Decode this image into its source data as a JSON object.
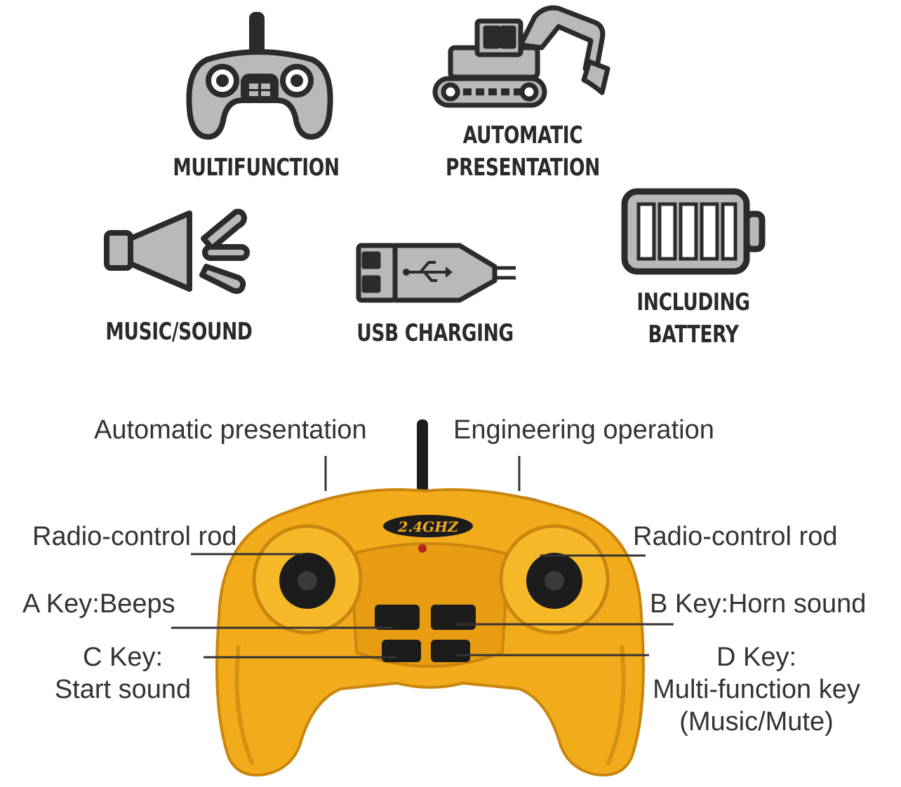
{
  "features": [
    {
      "id": "multifunction",
      "line1": "MULTIFUNCTION",
      "line2": "",
      "icon": "controller-icon"
    },
    {
      "id": "automatic-presentation",
      "line1": "AUTOMATIC",
      "line2": "PRESENTATION",
      "icon": "excavator-icon"
    },
    {
      "id": "music-sound",
      "line1": "MUSIC/SOUND",
      "line2": "",
      "icon": "speaker-icon"
    },
    {
      "id": "usb-charging",
      "line1": "USB CHARGING",
      "line2": "",
      "icon": "usb-icon"
    },
    {
      "id": "including-battery",
      "line1": "INCLUDING",
      "line2": "BATTERY",
      "icon": "battery-icon"
    }
  ],
  "controller": {
    "badge": "2.4GHZ",
    "callouts": {
      "automatic_presentation": "Automatic presentation",
      "engineering_operation": "Engineering operation",
      "rod_left": "Radio-control rod",
      "rod_right": "Radio-control rod",
      "a_key": "A Key:Beeps",
      "b_key": "B Key:Horn sound",
      "c_key_line1": "C Key:",
      "c_key_line2": "Start sound",
      "d_key_line1": "D Key:",
      "d_key_line2": "Multi-function key",
      "d_key_line3": "(Music/Mute)"
    }
  },
  "colors": {
    "icon_fill": "#b9b9b9",
    "icon_stroke": "#2b2b2b",
    "controller_body": "#f2ab1a",
    "controller_shadow": "#c9860e",
    "button": "#1c1c1c",
    "leader_line": "#333333"
  }
}
